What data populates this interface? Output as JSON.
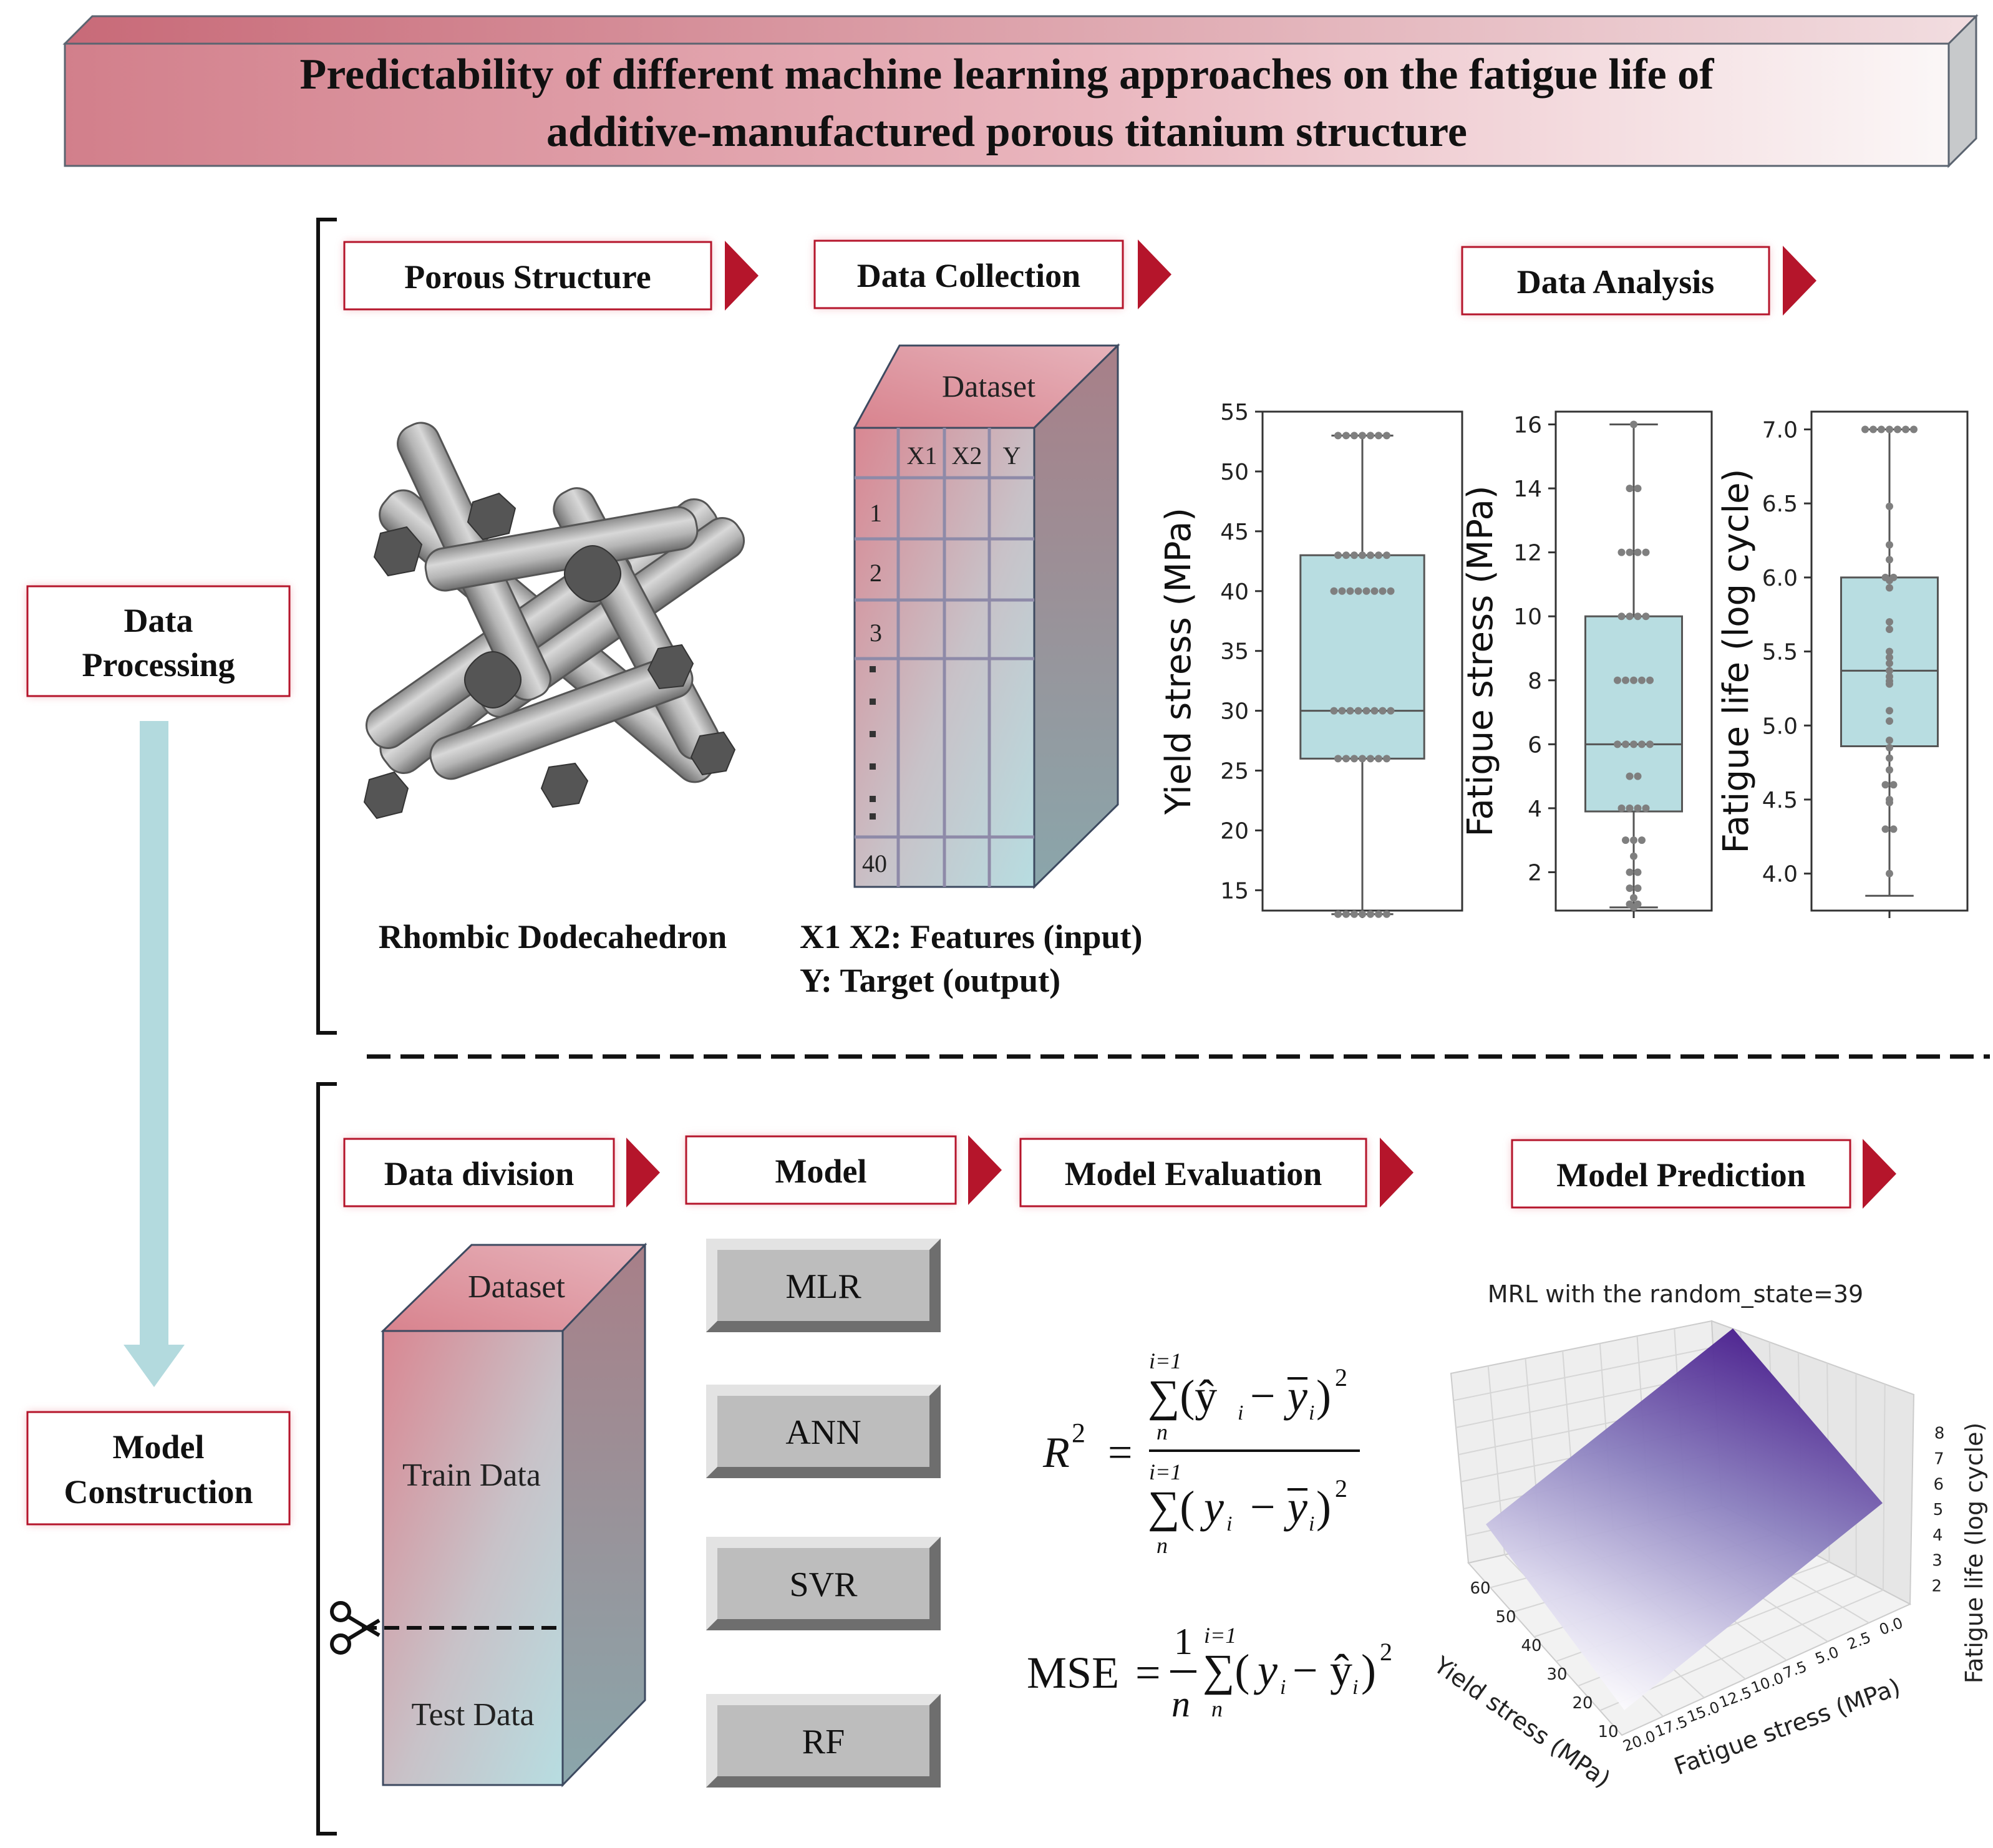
{
  "title": {
    "line1": "Predictability of different machine learning approaches on the fatigue life of",
    "line2": "additive-manufactured porous titanium structure"
  },
  "colors": {
    "accent": "#b5152b",
    "pink": "#d67f8b",
    "teal_box": "#b8dde1",
    "teal_arrow": "#b3dade",
    "swarm": "#7f7f7f"
  },
  "stages": {
    "data_processing": "Data Processing",
    "model_construction": "Model Construction"
  },
  "sections": {
    "porous_structure": "Porous Structure",
    "data_collection": "Data Collection",
    "data_analysis": "Data Analysis",
    "data_division": "Data division",
    "model": "Model",
    "model_evaluation": "Model Evaluation",
    "model_prediction": "Model Prediction"
  },
  "porous": {
    "caption": "Rhombic Dodecahedron"
  },
  "dataset_cube": {
    "title": "Dataset",
    "columns": [
      "X1",
      "X2",
      "Y"
    ],
    "rows": [
      "1",
      "2",
      "3",
      "40"
    ],
    "caption_line1": "X1 X2: Features (input)",
    "caption_line2": "Y: Target (output)"
  },
  "division_cube": {
    "title": "Dataset",
    "train": "Train Data",
    "test": "Test Data",
    "scissors_icon": "scissors-icon"
  },
  "models": [
    "MLR",
    "ANN",
    "SVR",
    "RF"
  ],
  "equations": {
    "r2_lhs": "R",
    "r2_exp": "2",
    "mse_lhs": "MSE",
    "sum_top": "i=1",
    "sum_bottom": "n",
    "one": "1",
    "n": "n"
  },
  "chart_data": [
    {
      "type": "boxplot",
      "ylabel": "Yield stress (MPa)",
      "ylim": [
        13.3,
        55
      ],
      "yticks": [
        15,
        20,
        25,
        30,
        35,
        40,
        45,
        50,
        55
      ],
      "box": {
        "min": 13,
        "q1": 26,
        "median": 30,
        "q3": 43,
        "max": 53
      },
      "points": [
        53,
        53,
        53,
        53,
        53,
        53,
        53,
        43,
        43,
        43,
        43,
        43,
        43,
        43,
        40,
        40,
        40,
        40,
        40,
        40,
        40,
        40,
        30,
        30,
        30,
        30,
        30,
        30,
        30,
        30,
        26,
        26,
        26,
        26,
        26,
        26,
        26,
        13,
        13,
        13,
        13,
        13,
        13,
        13
      ]
    },
    {
      "type": "boxplot",
      "ylabel": "Fatigue stress (MPa)",
      "ylim": [
        0.8,
        16.4
      ],
      "yticks": [
        2,
        4,
        6,
        8,
        10,
        12,
        14,
        16
      ],
      "box": {
        "min": 0.9,
        "q1": 3.9,
        "median": 6,
        "q3": 10,
        "max": 16
      },
      "points": [
        16,
        14,
        14,
        12,
        12,
        12,
        12,
        10,
        10,
        10,
        10,
        8,
        8,
        8,
        8,
        8,
        6,
        6,
        6,
        6,
        6,
        5,
        5,
        4,
        4,
        4,
        4,
        3,
        3,
        3,
        2.5,
        2,
        2,
        1.5,
        1.5,
        1.2,
        1,
        1,
        0.9
      ]
    },
    {
      "type": "boxplot",
      "ylabel": "Fatigue life (log cycle)",
      "ylim": [
        3.75,
        7.12
      ],
      "yticks": [
        4.0,
        4.5,
        5.0,
        5.5,
        6.0,
        6.5,
        7.0
      ],
      "box": {
        "min": 3.85,
        "q1": 4.86,
        "median": 5.37,
        "q3": 6.0,
        "max": 7.0
      },
      "points": [
        7.0,
        7.0,
        7.0,
        7.0,
        7.0,
        7.0,
        7.0,
        6.48,
        6.22,
        6.12,
        6.0,
        6.0,
        5.98,
        5.93,
        5.7,
        5.65,
        5.5,
        5.46,
        5.42,
        5.37,
        5.33,
        5.3,
        5.28,
        5.1,
        5.03,
        4.9,
        4.85,
        4.78,
        4.7,
        4.6,
        4.6,
        4.5,
        4.48,
        4.3,
        4.3,
        4.0
      ]
    },
    {
      "type": "surface3d",
      "title": "MRL with the random_state=39",
      "xlabel": "Fatigue stress (MPa)",
      "ylabel": "Yield stress (MPa)",
      "zlabel": "Fatigue life (log cycle)",
      "xticks": [
        "0.0",
        "2.5",
        "5.0",
        "7.5",
        "10.0",
        "12.5",
        "15.0",
        "17.5",
        "20.0"
      ],
      "yticks": [
        "10",
        "20",
        "30",
        "40",
        "50",
        "60"
      ],
      "zticks": [
        "2",
        "3",
        "4",
        "5",
        "6",
        "7",
        "8"
      ],
      "colormap": "Purples"
    }
  ]
}
